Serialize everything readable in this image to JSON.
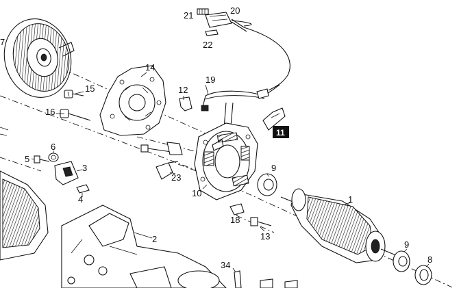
{
  "diagram": {
    "labels": [
      {
        "id": "p1",
        "text": "1"
      },
      {
        "id": "p2",
        "text": "2"
      },
      {
        "id": "p3",
        "text": "3"
      },
      {
        "id": "p4",
        "text": "4"
      },
      {
        "id": "p5",
        "text": "5"
      },
      {
        "id": "p6",
        "text": "6"
      },
      {
        "id": "p7",
        "text": "7"
      },
      {
        "id": "p8",
        "text": "8"
      },
      {
        "id": "p9a",
        "text": "9"
      },
      {
        "id": "p9b",
        "text": "9"
      },
      {
        "id": "p10",
        "text": "10"
      },
      {
        "id": "p12",
        "text": "12"
      },
      {
        "id": "p13",
        "text": "13"
      },
      {
        "id": "p14",
        "text": "14"
      },
      {
        "id": "p15",
        "text": "15"
      },
      {
        "id": "p16",
        "text": "16"
      },
      {
        "id": "p18",
        "text": "18"
      },
      {
        "id": "p19",
        "text": "19"
      },
      {
        "id": "p20",
        "text": "20"
      },
      {
        "id": "p21",
        "text": "21"
      },
      {
        "id": "p22",
        "text": "22"
      },
      {
        "id": "p23",
        "text": "23"
      },
      {
        "id": "p34",
        "text": "34"
      }
    ],
    "callout": {
      "text": "11"
    },
    "colors": {
      "ink": "#111111",
      "paper": "#ffffff",
      "callout_bg": "#111111",
      "callout_fg": "#ffffff"
    }
  }
}
